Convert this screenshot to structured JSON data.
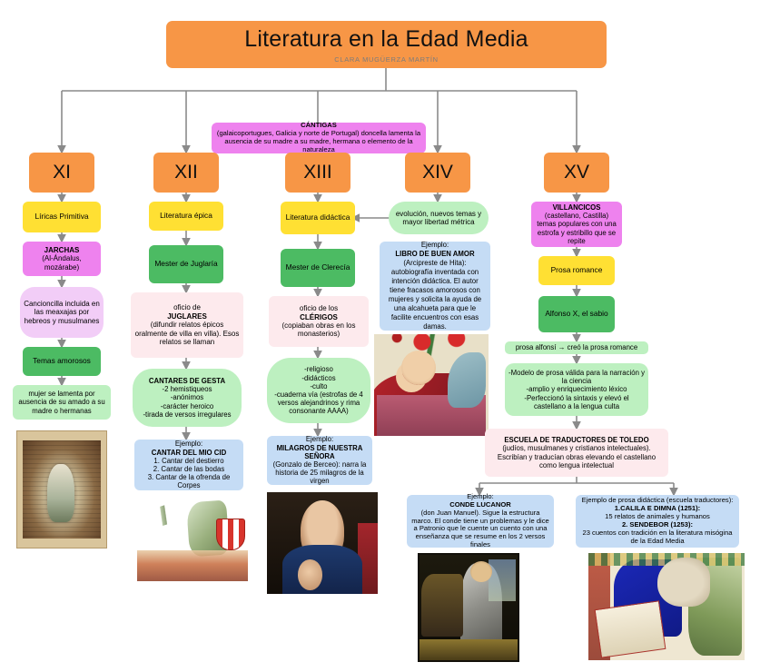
{
  "header": {
    "title": "Literatura en la Edad Media",
    "author": "CLARA MUGÜERZA MARTÍN"
  },
  "cantigas": {
    "bold": "CÁNTIGAS",
    "text": " (galaicoportugues, Galicia y norte de Portugal) doncella lamenta la ausencia de su madre a su madre, hermana o elemento de la naturaleza"
  },
  "columns": [
    {
      "century": "XI",
      "nodes": [
        {
          "name": "liricas-primitiva",
          "text": "Líricas Primitiva"
        },
        {
          "name": "jarchas",
          "bold": "JARCHAS",
          "text": "(Al-Ándalus, mozárabe)"
        },
        {
          "name": "cancioncilla",
          "text": "Cancioncilla incluida en las meaxajas por hebreos y musulmanes"
        },
        {
          "name": "temas-amorosos",
          "text": "Temas amorosos"
        },
        {
          "name": "mujer-lamenta",
          "text": "mujer se lamenta por ausencia de su amado a su madre o hermanas"
        }
      ],
      "image": "manuscrito-jarcha"
    },
    {
      "century": "XII",
      "nodes": [
        {
          "name": "literatura-epica",
          "text": "Literatura épica"
        },
        {
          "name": "mester-de-juglaria",
          "text": "Mester de Juglaría"
        },
        {
          "name": "oficio-juglares",
          "pre": "oficio de ",
          "bold": "JUGLARES",
          "text": " (difundir relatos épicos oralmente de villa en villa). Esos relatos se llaman"
        },
        {
          "name": "cantares-de-gesta",
          "bold": "CANTARES DE GESTA",
          "text": "-2 hemistiqueos\n-anónimos\n-carácter heroico\n-tirada de versos irregulares"
        },
        {
          "name": "ejemplo-mio-cid",
          "pre": "Ejemplo: ",
          "bold": "CANTAR DEL MIO CID",
          "text": "1. Cantar del destierro\n2. Cantar de las bodas\n3. Cantar de la ofrenda de Corpes"
        }
      ],
      "image": "caballero-cid"
    },
    {
      "century": "XIII",
      "nodes": [
        {
          "name": "literatura-didactica",
          "text": "Literatura didáctica"
        },
        {
          "name": "mester-de-clerecia",
          "text": "Mester de Clerecía"
        },
        {
          "name": "oficio-clerigos",
          "pre": "oficio de los ",
          "bold": "CLÉRIGOS",
          "text": " (copiaban obras en los monasterios)"
        },
        {
          "name": "rasgos-clerecia",
          "text": "-religioso\n-didácticos\n-culto\n-cuaderna vía (estrofas de 4 versos alejandrinos y rima consonante AAAA)"
        },
        {
          "name": "ejemplo-milagros",
          "pre": "Ejemplo: ",
          "bold": "MILAGROS DE NUESTRA SEÑORA",
          "text": " (Gonzalo de Berceo): narra la historia de 25 milagros de la virgen"
        }
      ],
      "image": "virgen-con-nino"
    },
    {
      "century": "XIV",
      "nodes": [
        {
          "name": "evolucion-temas",
          "text": "evolución, nuevos temas y mayor libertad métrica"
        },
        {
          "name": "ejemplo-libro-buen-amor",
          "pre": "Ejemplo: ",
          "bold": "LIBRO DE BUEN AMOR",
          "text": " (Arcipreste de Hita): autobiografía inventada con intención didáctica. El autor tiene fracasos amorosos con mujeres y solicita la ayuda de una alcahueta para que le facilite encuentros con esas damas."
        }
      ],
      "image": "iluminacion-buen-amor"
    },
    {
      "century": "XV",
      "nodes": [
        {
          "name": "villancicos",
          "bold": "VILLANCICOS",
          "text": "(castellano, Castilla) temas populares con una estrofa y estribillo que se repite"
        },
        {
          "name": "prosa-romance",
          "text": "Prosa romance"
        },
        {
          "name": "alfonso-x",
          "text": "Alfonso X, el sabio"
        },
        {
          "name": "prosa-alfonsi",
          "text": "prosa alfonsí  →  creó la prosa romance"
        },
        {
          "name": "modelo-prosa",
          "text": "-Modelo de prosa válida para la narración y la ciencia\n-amplio y enriquecimiento léxico\n-Perfeccionó la sintaxis y elevó el castellano a la lengua culta"
        },
        {
          "name": "escuela-traductores",
          "bold": "ESCUELA DE TRADUCTORES DE TOLEDO",
          "text": " (judíos, musulmanes y cristianos intelectuales). Escribían y traducían obras elevando el castellano como lengua intelectual"
        }
      ]
    }
  ],
  "leaves": {
    "conde_lucanor": {
      "name": "ejemplo-conde-lucanor",
      "pre": "Ejemplo: ",
      "bold": "CONDE LUCANOR",
      "text": " (don Juan Manuel). Sigue la estructura marco. El conde tiene un problemas y le dice a Patronio que le cuente un cuento con una enseñanza que se resume en los 2 versos finales",
      "image": "retrato-caballero"
    },
    "prosa_didactica": {
      "name": "ejemplo-prosa-didactica",
      "head": "Ejemplo de prosa didáctica  (escuela traductores):",
      "item1_bold": "1.CALILA E DIMNA (1251):",
      "item1_rest": " 15 relatos de animales y humanos",
      "item2_bold": "2. SENDEBOR (1253):",
      "item2_rest": " 23 cuentos con tradición en la literatura misógina de la Edad Media",
      "image": "escriba-medieval"
    }
  },
  "colors": {
    "orange": "#f79646",
    "yellow": "#ffe033",
    "magenta": "#ee82ee",
    "lilac": "#f2cdf7",
    "green": "#4cbb63",
    "mint": "#bdf0c0",
    "pinkish": "#fdeaed",
    "blue": "#c5dcf5",
    "connector": "#8a8a8a"
  }
}
